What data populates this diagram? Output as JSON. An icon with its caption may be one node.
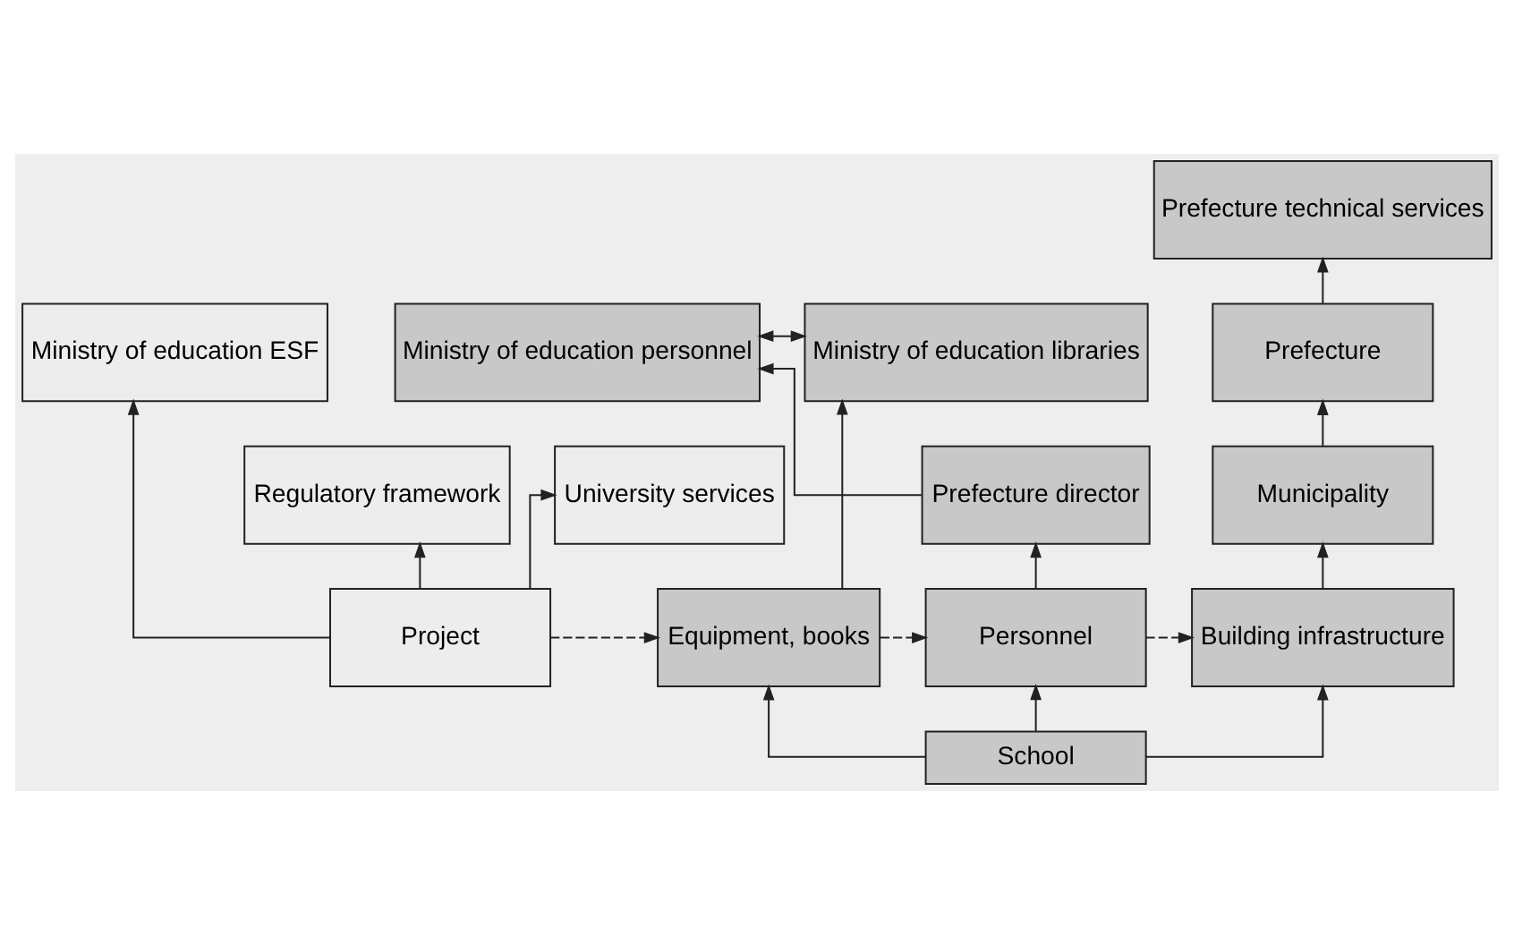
{
  "diagram": {
    "nodes": [
      {
        "text": [
          "Prefecture technical services"
        ]
      },
      {
        "text": [
          "Prefecture"
        ]
      },
      {
        "text": [
          "Ministry of education personnel"
        ]
      },
      {
        "text": [
          "Ministry of education libraries"
        ]
      },
      {
        "text": [
          "Ministry of education ESF"
        ]
      },
      {
        "text": [
          "Municipality"
        ]
      },
      {
        "text": [
          "Prefecture director"
        ]
      },
      {
        "text": [
          "Regulatory framework"
        ]
      },
      {
        "text": [
          "University services"
        ]
      },
      {
        "text": [
          "Building infrastructure"
        ]
      },
      {
        "text": [
          "Personnel"
        ]
      },
      {
        "text": [
          "Equipment, books"
        ]
      },
      {
        "text": [
          "Project"
        ]
      },
      {
        "text": [
          "School"
        ]
      }
    ],
    "edges": [
      {
        "from": 1,
        "to": 0,
        "arrow": "to"
      },
      {
        "from": 5,
        "to": 1,
        "arrow": "to"
      },
      {
        "from": 9,
        "to": 5,
        "arrow": "to"
      },
      {
        "from": 10,
        "to": 6,
        "arrow": "to"
      },
      {
        "from": 6,
        "to": 2,
        "arrow": "to"
      },
      {
        "from": 2,
        "to": 3,
        "arrow": "both"
      },
      {
        "from": 11,
        "to": 3,
        "arrow": "to"
      },
      {
        "from": 12,
        "to": 4,
        "arrow": "to"
      },
      {
        "from": 12,
        "to": 7,
        "arrow": "to"
      },
      {
        "from": 12,
        "to": 8,
        "arrow": "to"
      },
      {
        "from": 12,
        "to": 11,
        "arrow": "to",
        "style": "dashed"
      },
      {
        "from": 11,
        "to": 10,
        "arrow": "to",
        "style": "dashed"
      },
      {
        "from": 10,
        "to": 9,
        "arrow": "to",
        "style": "dashed"
      },
      {
        "from": 13,
        "to": 9,
        "arrow": "to"
      },
      {
        "from": 13,
        "to": 10,
        "arrow": "to"
      },
      {
        "from": 13,
        "to": 11,
        "arrow": "to"
      }
    ]
  }
}
